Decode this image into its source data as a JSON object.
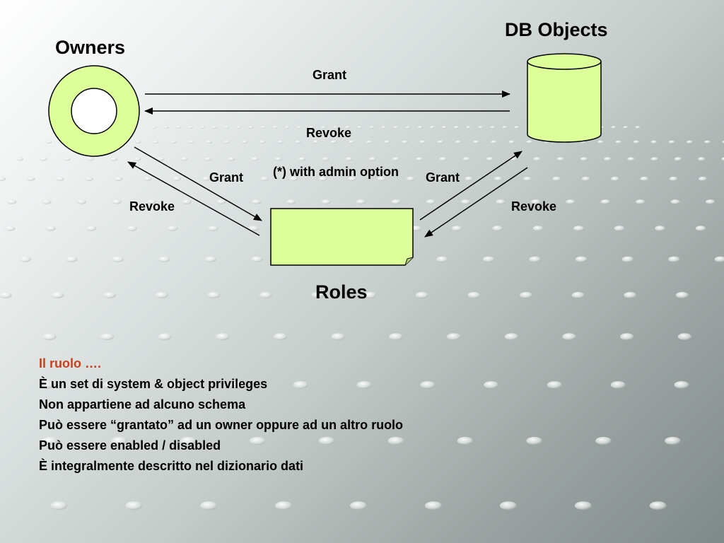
{
  "diagram": {
    "owners_title": "Owners",
    "dbobjects_title": "DB Objects",
    "roles_title": "Roles",
    "grant_top": "Grant",
    "revoke_top": "Revoke",
    "grant_left": "Grant",
    "revoke_left": "Revoke",
    "grant_right": "Grant",
    "revoke_right": "Revoke",
    "admin_option": "(*) with admin option"
  },
  "notes": [
    "Il ruolo ….",
    "È un set di system & object privileges",
    "Non appartiene ad alcuno schema",
    "Può essere “grantato” ad un owner oppure ad un altro ruolo",
    "Può essere enabled / disabled",
    "È integralmente descritto nel dizionario dati"
  ],
  "colors": {
    "shape_fill": "#ddff99",
    "note_heading": "#c8401c"
  }
}
